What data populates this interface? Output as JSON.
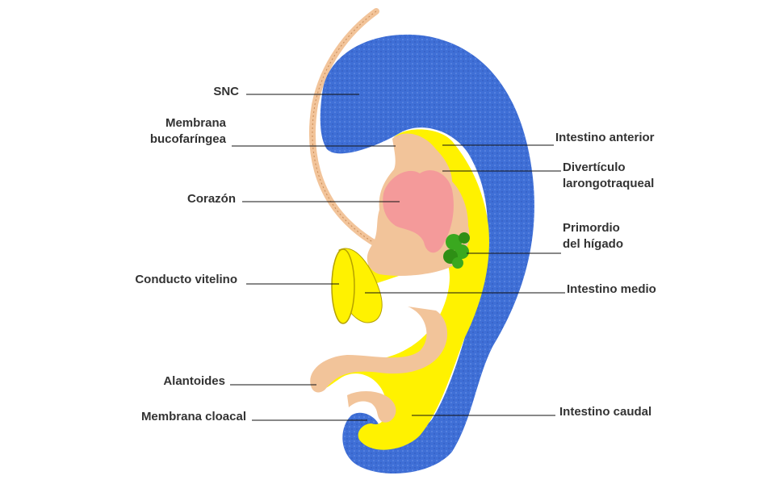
{
  "diagram": {
    "labels": {
      "snc": "SNC",
      "membrana_bucofaringea_1": "Membrana",
      "membrana_bucofaringea_2": "bucofaríngea",
      "corazon": "Corazón",
      "conducto_vitelino": "Conducto vitelino",
      "alantoides": "Alantoides",
      "membrana_cloacal": "Membrana cloacal",
      "intestino_anterior": "Intestino anterior",
      "diverticulo_1": "Divertículo",
      "diverticulo_2": "larongotraqueal",
      "primordio_1": "Primordio",
      "primordio_2": "del hígado",
      "intestino_medio": "Intestino medio",
      "intestino_caudal": "Intestino caudal"
    },
    "colors": {
      "ectoderm_blue": "#3f6fd6",
      "endoderm_yellow": "#fff200",
      "mesoderm_tan": "#f2c49a",
      "heart_pink": "#f49a9a",
      "liver_green": "#3aa81f",
      "label_text": "#333333",
      "leader_line": "#111111"
    }
  }
}
